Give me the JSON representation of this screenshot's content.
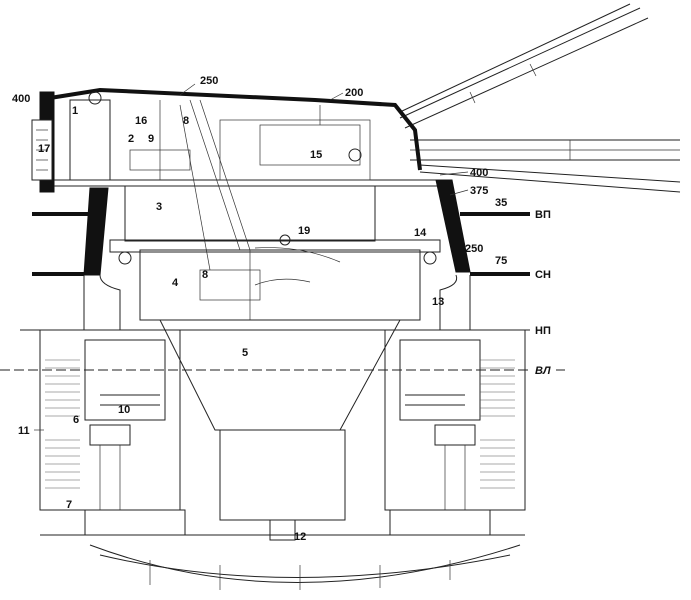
{
  "callouts": {
    "c1": "1",
    "c2": "2",
    "c3": "3",
    "c4": "4",
    "c5": "5",
    "c6": "6",
    "c7": "7",
    "c8a": "8",
    "c8b": "8",
    "c9": "9",
    "c10": "10",
    "c11": "11",
    "c12": "12",
    "c13": "13",
    "c14": "14",
    "c15": "15",
    "c16": "16",
    "c17": "17",
    "c19": "19"
  },
  "armor": {
    "t400a": "400",
    "t250a": "250",
    "t200": "200",
    "t400b": "400",
    "t375": "375",
    "t35": "35",
    "t250b": "250",
    "t75": "75"
  },
  "levels": {
    "vp": "ВП",
    "sn": "СН",
    "np": "НП",
    "vl": "ВЛ"
  },
  "colors": {
    "ink": "#111111",
    "paper": "#ffffff"
  }
}
